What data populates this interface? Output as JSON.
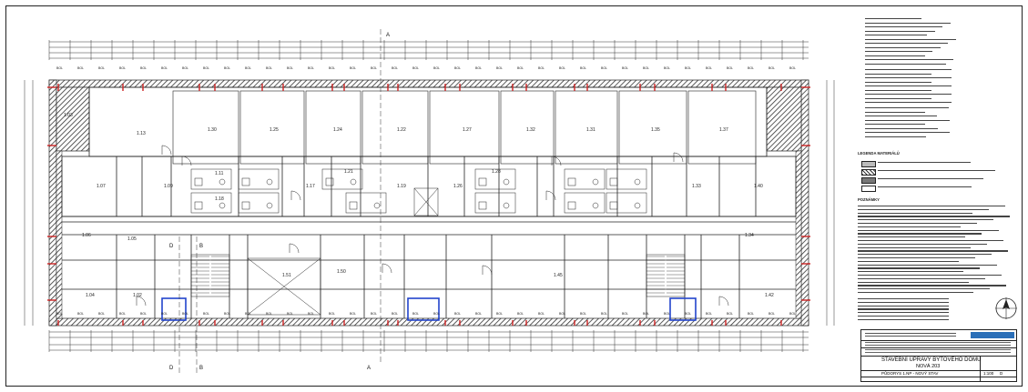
{
  "drawing": {
    "section_marks": {
      "a": "A",
      "b": "B",
      "d": "D"
    },
    "rooms": [
      {
        "id": "r113",
        "label": "1.13"
      },
      {
        "id": "r130",
        "label": "1.30"
      },
      {
        "id": "r125",
        "label": "1.25"
      },
      {
        "id": "r124",
        "label": "1.24"
      },
      {
        "id": "r122",
        "label": "1.22"
      },
      {
        "id": "r127",
        "label": "1.27"
      },
      {
        "id": "r132",
        "label": "1.32"
      },
      {
        "id": "r131",
        "label": "1.31"
      },
      {
        "id": "r135",
        "label": "1.35"
      },
      {
        "id": "r137",
        "label": "1.37"
      },
      {
        "id": "r103",
        "label": "1.03"
      },
      {
        "id": "r107",
        "label": "1.07"
      },
      {
        "id": "r109",
        "label": "1.09"
      },
      {
        "id": "r111",
        "label": "1.11"
      },
      {
        "id": "r118",
        "label": "1.18"
      },
      {
        "id": "r117",
        "label": "1.17"
      },
      {
        "id": "r119",
        "label": "1.19"
      },
      {
        "id": "r121",
        "label": "1.21"
      },
      {
        "id": "r126",
        "label": "1.26"
      },
      {
        "id": "r128",
        "label": "1.28"
      },
      {
        "id": "r133",
        "label": "1.33"
      },
      {
        "id": "r140",
        "label": "1.40"
      },
      {
        "id": "r106",
        "label": "1.06"
      },
      {
        "id": "r105",
        "label": "1.05"
      },
      {
        "id": "r134",
        "label": "1.34"
      },
      {
        "id": "r151",
        "label": "1.51"
      },
      {
        "id": "r150",
        "label": "1.50"
      },
      {
        "id": "r145",
        "label": "1.45"
      },
      {
        "id": "r142",
        "label": "1.42"
      },
      {
        "id": "r104",
        "label": "1.04"
      },
      {
        "id": "r102",
        "label": "1.02"
      }
    ],
    "window_tag": "BOL"
  },
  "notes": {
    "legend_heading": "LEGENDA MATERIÁLŮ",
    "remarks_heading": "POZNÁMKY"
  },
  "title_block": {
    "project": "STAVEBNÍ ÚPRAVY BYTOVÉHO DOMU",
    "subtitle": "NOVÁ 203",
    "sheet_title": "PŮDORYS 1.NP - NOVÝ STAV",
    "scale": "1:100",
    "sheet_no": "D"
  },
  "colors": {
    "wall_hatch": "#555555",
    "ink": "#222222",
    "opening": "#cc2222",
    "stair_highlight": "#2244cc"
  }
}
